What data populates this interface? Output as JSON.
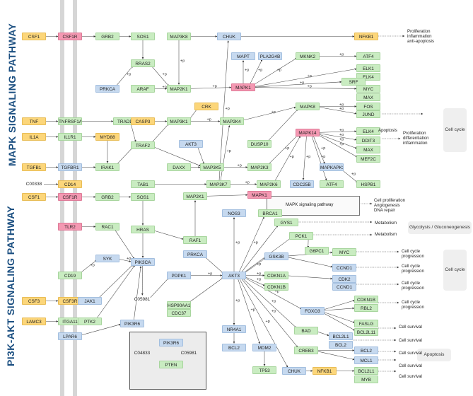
{
  "pathway_titles": {
    "mapk": "MAPK SIGNALING PATHWAY",
    "pi3k": "PI3K-AKT SIGNALING PATHWAY"
  },
  "colors": {
    "green": "#c9ecc1",
    "blue": "#c6d9ef",
    "yellow": "#fcd67a",
    "pink": "#f498b2",
    "title": "#1b4f81"
  },
  "nodes": {
    "CSF1_a": "CSF1",
    "CSF1R_a": "CSF1R",
    "GRB2_a": "GRB2",
    "SOS1_a": "SOS1",
    "MAP3K8": "MAP3K8",
    "CHUK_a": "CHUK",
    "NFKB1_a": "NFKB1",
    "MAPT": "MAPT",
    "PLA2G4B": "PLA2G4B",
    "MKNK2": "MKNK2",
    "ATF4_a": "ATF4",
    "RRAS2": "RRAS2",
    "ELK1": "ELK1",
    "ELK4_a": "ELK4",
    "PRKCA_a": "PRKCA",
    "ARAF": "ARAF",
    "MAP2K1_a": "MAP2K1",
    "MAPK1_a": "MAPK1",
    "SRF": "SRF",
    "MYC_a": "MYC",
    "MAX_a": "MAX",
    "CRK": "CRK",
    "MAPK8": "MAPK8",
    "FOS": "FOS",
    "JUND": "JUND",
    "TNF": "TNF",
    "TNFRSF1A": "TNFRSF1A",
    "TRADD": "TRADD",
    "CASP3": "CASP3",
    "MAP3K1": "MAP3K1",
    "MAP2K4": "MAP2K4",
    "IL1A": "IL1A",
    "IL1R1": "IL1R1",
    "MYD88": "MYD88",
    "TRAF2": "TRAF2",
    "AKT3_a": "AKT3",
    "DUSP10": "DUSP10",
    "MAPK14": "MAPK14",
    "ELK4_b": "ELK4",
    "DDIT3": "DDIT3",
    "MAX_b": "MAX",
    "MEF2C": "MEF2C",
    "TGFB1": "TGFB1",
    "TGFBR1": "TGFBR1",
    "IRAK1": "IRAK1",
    "DAXX": "DAXX",
    "MAP3K5": "MAP3K5",
    "MAP2K3": "MAP2K3",
    "MAPKAPK3": "MAPKAPK3",
    "C00338": "C00338",
    "CD14": "CD14",
    "TAB1": "TAB1",
    "MAP3K7": "MAP3K7",
    "MAP2K6": "MAP2K6",
    "CDC25B": "CDC25B",
    "ATF4_b": "ATF4",
    "HSPB1": "HSPB1",
    "CSF1_b": "CSF1",
    "CSF1R_b": "CSF1R",
    "GRB2_b": "GRB2",
    "SOS1_b": "SOS1",
    "MAP2K1_b": "MAP2K1",
    "MAPK1_b": "MAPK1",
    "TLR2": "TLR2",
    "RAC1": "RAC1",
    "NOS3": "NOS3",
    "BRCA1": "BRCA1",
    "GYS1": "GYS1",
    "HRAS": "HRAS",
    "PCK1": "PCK1",
    "RAF1": "RAF1",
    "SYK": "SYK",
    "PIK3CA": "PIK3CA",
    "PRKCA_b": "PRKCA",
    "GSK3B": "GSK3B",
    "G6PC1": "G6PC1",
    "MYC_b": "MYC",
    "CD19": "CD19",
    "PDPK1": "PDPK1",
    "AKT3_b": "AKT3",
    "CDKN1A": "CDKN1A",
    "CCND1_a": "CCND1",
    "CDK2": "CDK2",
    "CCND1_b": "CCND1",
    "CDKN1B_a": "CDKN1B",
    "CSF3": "CSF3",
    "CSF3R": "CSF3R",
    "JAK1": "JAK1",
    "C05981": "C05981",
    "HSP90AA1": "HSP90AA1",
    "CDC37": "CDC37",
    "FOXO3": "FOXO3",
    "CDKN1B_b": "CDKN1B",
    "RBL2": "RBL2",
    "LAMC3": "LAMC3",
    "ITGA11": "ITGA11",
    "PTK2": "PTK2",
    "PIK3R6_a": "PIK3R6",
    "LPAR6": "LPAR6",
    "FASLG": "FASLG",
    "BCL2L11_a": "BCL2L11",
    "NR4A1": "NR4A1",
    "BAD": "BAD",
    "BCL2L1_a": "BCL2L1",
    "BCL2_a": "BCL2",
    "BCL2_b": "BCL2",
    "MDM2": "MDM2",
    "CREB3": "CREB3",
    "BCL2_c": "BCL2",
    "MCL1": "MCL1",
    "PIK3R6_b": "PIK3R6",
    "C04833": "C04833",
    "C05981_b": "C05981",
    "PTEN": "PTEN",
    "TP53": "TP53",
    "CHUK_b": "CHUK",
    "NFKB1_b": "NFKB1",
    "BCL2L1_b": "BCL2L1",
    "MYB": "MYB",
    "MAPK_pathway_box": "MAPK signaling pathway"
  },
  "outputs": {
    "out1_l1": "Proliferation",
    "out1_l2": "inflammation",
    "out1_l3": "anti-apoptosis",
    "out2_l1": "Proliferation",
    "out2_l2": "differentiation",
    "out2_l3": "inflammation",
    "out3_l1": "Cell proliferation",
    "out3_l2": "Angiogenesis",
    "out3_l3": "DNA repair",
    "metab1": "Metabolism",
    "metab2": "Metabolism",
    "cc1_l1": "Cell cycle",
    "cc1_l2": "progression",
    "cc2_l1": "Cell cycle",
    "cc2_l2": "progression",
    "cc3_l1": "Cell cycle",
    "cc3_l2": "progression",
    "cc4_l1": "Cell cycle",
    "cc4_l2": "progression",
    "surv1": "Cell survival",
    "surv2": "Cell survival",
    "surv3": "Cell survival",
    "surv4": "Cell survival",
    "surv5": "Cell survival",
    "apoptosis_inline": "Apoptosis"
  },
  "side_boxes": {
    "cellcycle_top": "Cell cycle",
    "glyco": "Glycolysis / Gluconeogenesis",
    "cellcycle_bottom": "Cell cycle",
    "apoptosis": "Apoptosis"
  },
  "edge_label": "+p"
}
